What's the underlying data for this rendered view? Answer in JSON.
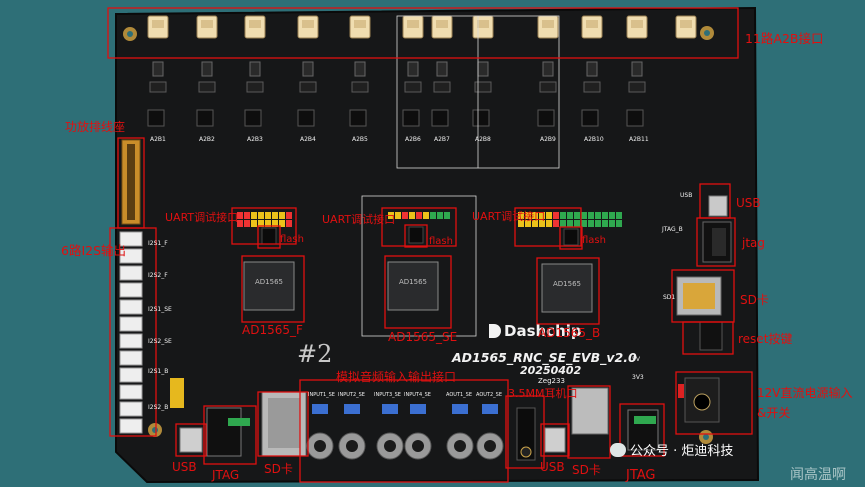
{
  "board": {
    "brand": "Dashchip",
    "model": "AD1565_RNC_SE_EVB_v2.0",
    "date": "20250402",
    "sig": "Zeg233",
    "handwritten": "#2",
    "chip_marking": "AD1565"
  },
  "annotations": {
    "a2b": "11路A2B接口",
    "amp": "功放排线座",
    "i2s": "6路I2S输出",
    "uart_left": "UART调试接口",
    "uart_mid": "UART调试接口",
    "uart_right": "UART调试接口",
    "flash_left": "flash",
    "flash_mid": "flash",
    "flash_right": "flash",
    "chip_f": "AD1565_F",
    "chip_se": "AD1565_SE",
    "chip_b": "AD1565_B",
    "usb_right": "USB",
    "jtag_right": "jtag",
    "sd_right": "SD卡",
    "reset": "reset按键",
    "power_line1": "12V直流电源输入",
    "power_line2": "&开关",
    "analog": "模拟音频输入输出接口",
    "earphone": "3.5MM耳机口",
    "usb_bottom_left": "USB",
    "jtag_bottom": "JTAG",
    "sd_bottom_left": "SD卡",
    "usb_bottom_mid": "USB",
    "sd_bottom_mid": "SD卡",
    "jtag_bottom_right": "JTAG"
  },
  "silkscreen": {
    "a2b_ports": [
      "A2B1",
      "A2B2",
      "A2B3",
      "A2B4",
      "A2B5",
      "A2B6",
      "A2B7",
      "A2B8",
      "A2B9",
      "A2B10",
      "A2B11"
    ],
    "i2s_ports": [
      "I2S1_F",
      "I2S2_F",
      "I2S1_SE",
      "I2S2_SE",
      "I2S1_B",
      "I2S2_B"
    ],
    "audio_ports": [
      "INPUT1_SE",
      "INPUT2_SE",
      "INPUT3_SE",
      "INPUT4_SE",
      "AOUT1_SE",
      "AOUT2_SE"
    ],
    "misc": [
      "USB",
      "JTAG_B",
      "SD1",
      "3V3",
      "5V"
    ]
  },
  "watermark": {
    "text": "公众号 · 炬迪科技",
    "corner": "闻高温啊"
  },
  "colors": {
    "background": "#2e6f77",
    "pcb": "#161718",
    "annotation": "#e01010",
    "silkscreen": "#f2f2f2"
  }
}
